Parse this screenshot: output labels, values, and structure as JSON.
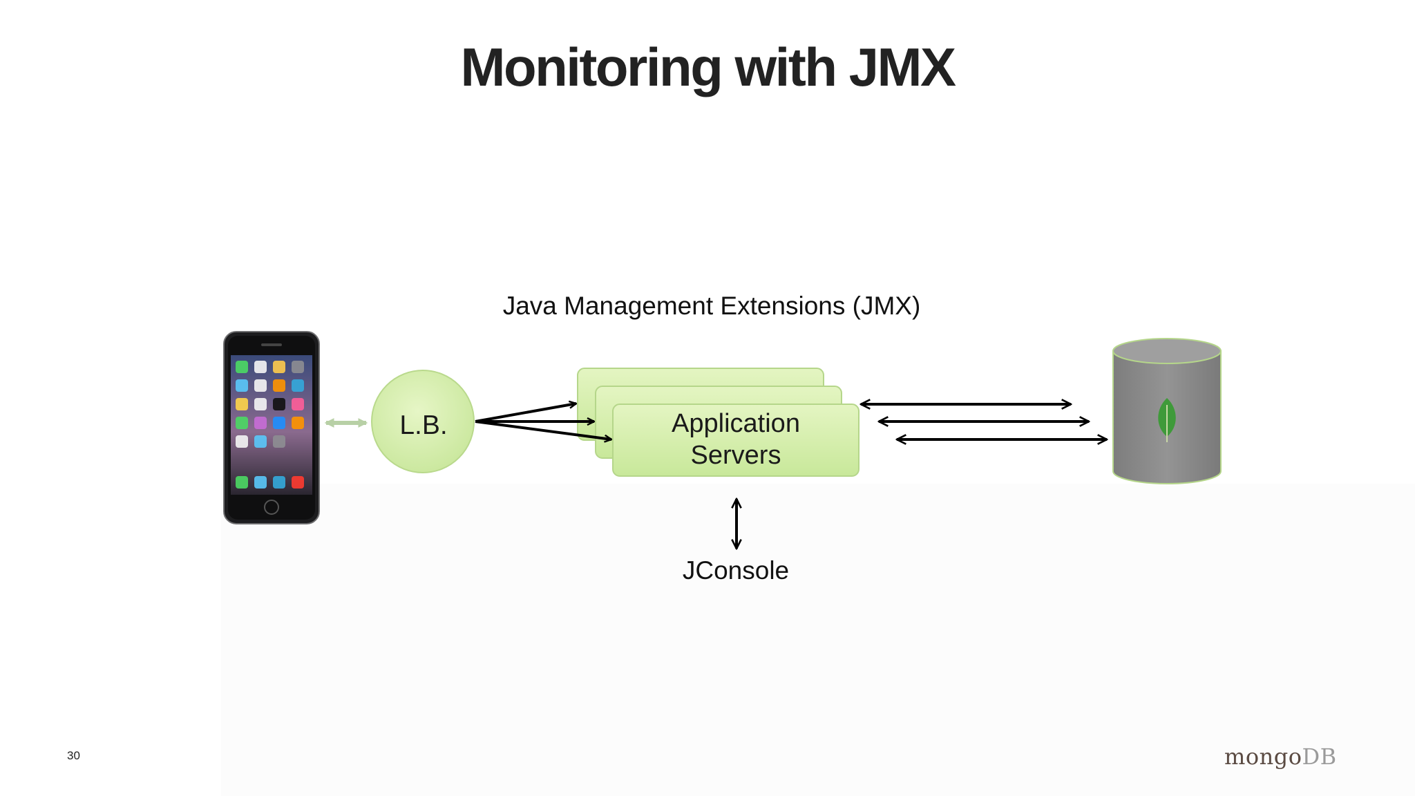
{
  "slide": {
    "title": "Monitoring with JMX",
    "subtitle": "Java Management Extensions (JMX)",
    "page_number": "30"
  },
  "diagram": {
    "load_balancer": "L.B.",
    "app_servers_line1": "Application",
    "app_servers_line2": "Servers",
    "jconsole": "JConsole"
  },
  "logo": {
    "part1": "mongo",
    "part2": "DB"
  },
  "colors": {
    "node_fill": "#d8f0a8",
    "node_stroke": "#b5d68a",
    "database": "#8a8a8a",
    "leaf": "#3f9a3a",
    "arrow": "#000000"
  },
  "icons": {
    "client": "smartphone-icon",
    "database": "database-cylinder-icon",
    "leaf": "mongodb-leaf-icon"
  }
}
